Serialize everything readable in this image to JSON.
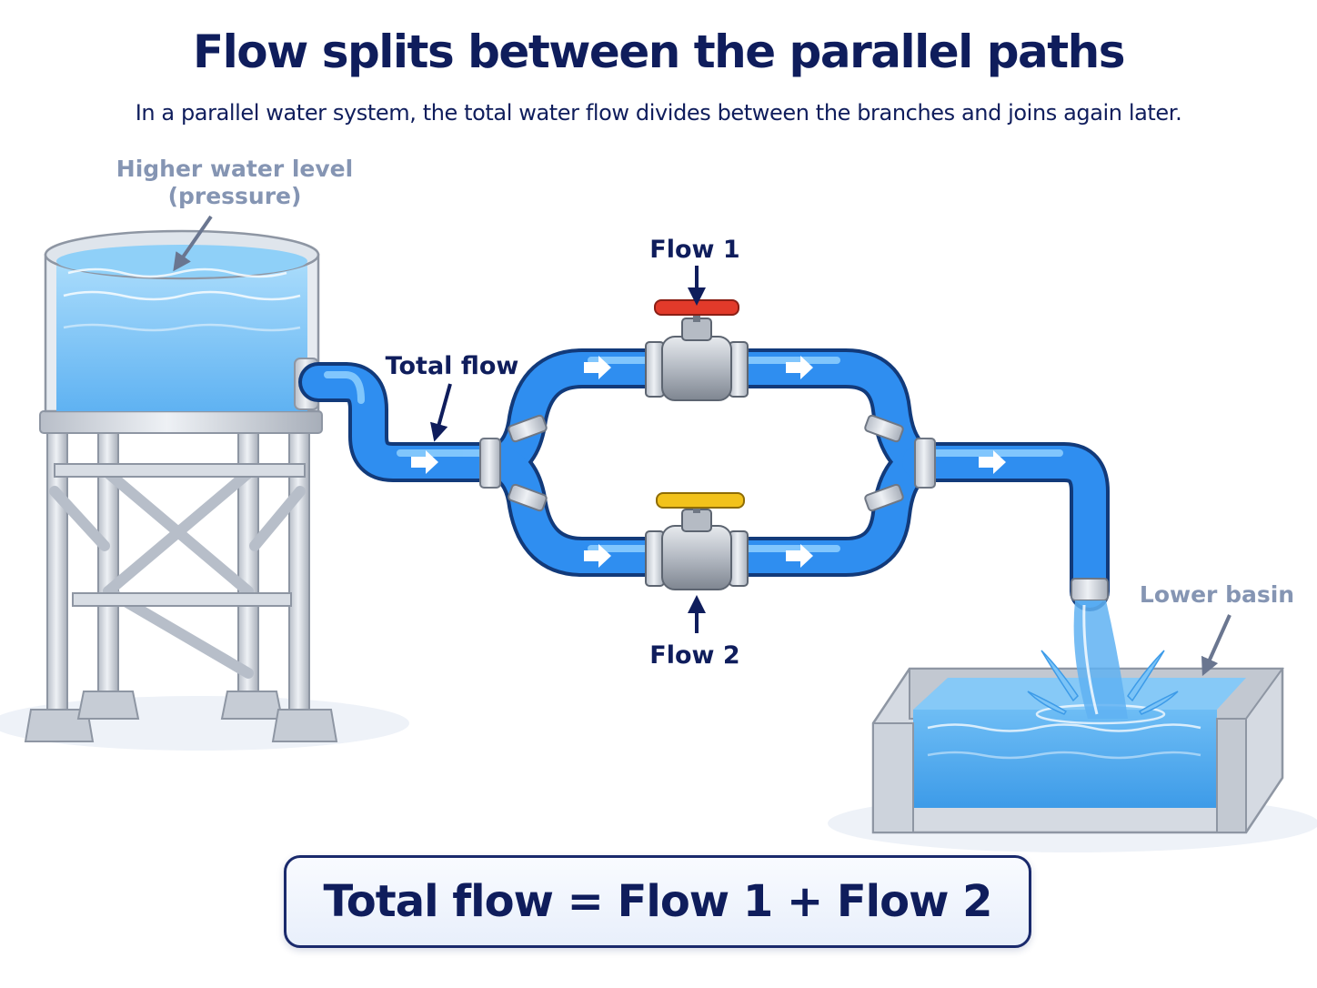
{
  "title": "Flow splits between the parallel paths",
  "subtitle": "In a parallel water system, the total water flow divides between the branches and joins again later.",
  "labels": {
    "higher_level_line1": "Higher water level",
    "higher_level_line2": "(pressure)",
    "total_flow": "Total flow",
    "flow1": "Flow 1",
    "flow2": "Flow 2",
    "lower_basin": "Lower basin"
  },
  "formula": "Total flow = Flow 1 + Flow 2",
  "colors": {
    "title_text": "#0f1d5c",
    "pipe": "#2f8ef0",
    "water": "#7cc4f7",
    "metal": "#c9ced6",
    "valve_top": "#e23a2a",
    "valve_bottom": "#f2c21b",
    "muted_label": "#8595b3"
  },
  "icons": {
    "flow_arrow": "arrow-right-icon",
    "pointer": "arrow-pointer-icon"
  }
}
